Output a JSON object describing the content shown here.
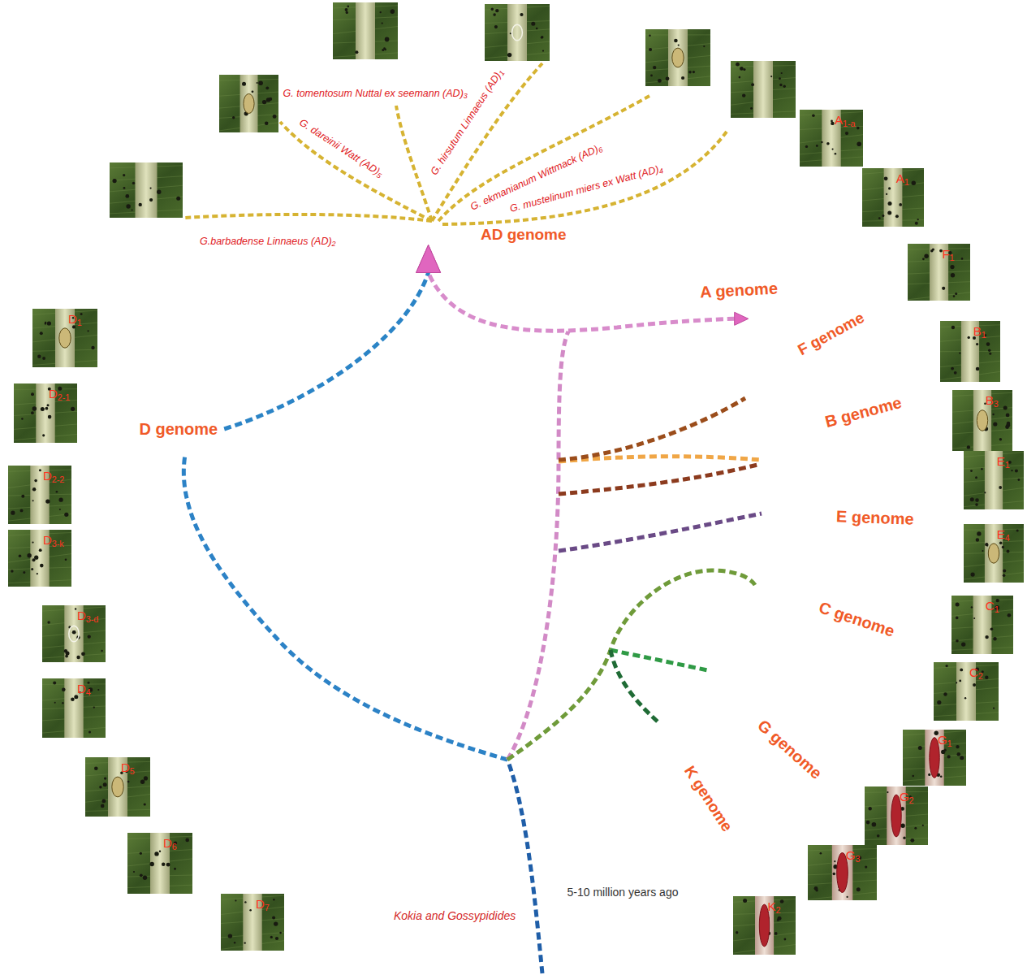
{
  "diagram": {
    "nodes": [
      {
        "text": [
          "AD genome"
        ]
      },
      {
        "text": [
          "A genome"
        ]
      },
      {
        "text": [
          "F genome"
        ]
      },
      {
        "text": [
          "B genome"
        ]
      },
      {
        "text": [
          "E genome"
        ]
      },
      {
        "text": [
          "C genome"
        ]
      },
      {
        "text": [
          "G genome"
        ]
      },
      {
        "text": [
          "K genome"
        ]
      },
      {
        "text": [
          "5-10 million years ago",
          "Kokia and Gossypidides"
        ]
      },
      {
        "text": [
          "D genome"
        ]
      }
    ],
    "edges": [
      {
        "from": 9,
        "to": 0,
        "arrow": "to"
      },
      {
        "from": 1,
        "to": 0,
        "arrow": "both"
      }
    ],
    "labels": [
      "G. tomentosum Nuttal ex seemann (AD)3",
      "G. hirsutum Linnaeus (AD)1",
      "G. ekmanianum Wittmack (AD)6",
      "G. mustelinum miers ex Watt (AD)4",
      "G. dareinii Watt (AD)5",
      "G.barbadense Linnaeus (AD)2",
      "A1-a",
      "A1",
      "F1",
      "B1",
      "B3",
      "E1",
      "E4",
      "C1",
      "C2",
      "G1",
      "G2",
      "G3",
      "K2",
      "D1",
      "D2-1",
      "D2-2",
      "D3-k",
      "D3-d",
      "D4",
      "D5",
      "D6",
      "D7"
    ]
  }
}
